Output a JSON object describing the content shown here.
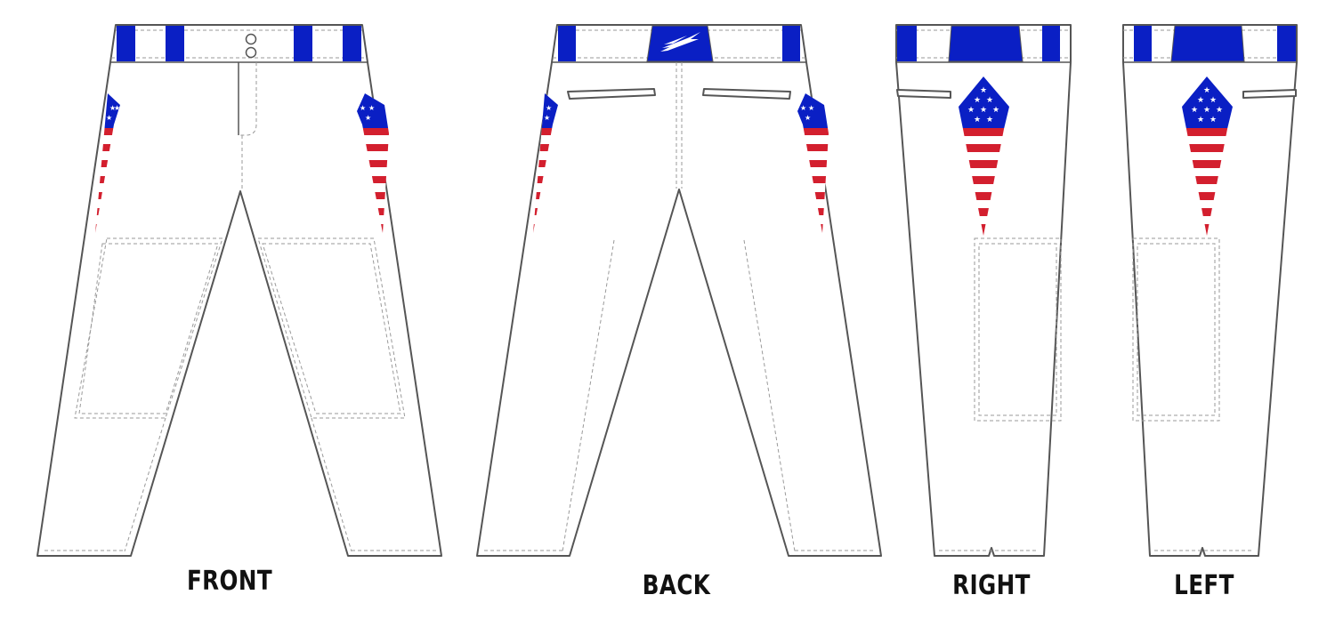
{
  "colors": {
    "accent_blue": "#0a1fc4",
    "flag_red": "#d31f2e",
    "star_white": "#ffffff",
    "outline_gray": "#555555",
    "stitch_gray": "#9a9a9a"
  },
  "views": {
    "front": {
      "label": "FRONT"
    },
    "back": {
      "label": "BACK"
    },
    "right": {
      "label": "RIGHT"
    },
    "left": {
      "label": "LEFT"
    }
  },
  "icons": {
    "logo": "triple-arrow-logo-icon",
    "star": "star-icon",
    "button": "waist-button-icon"
  }
}
